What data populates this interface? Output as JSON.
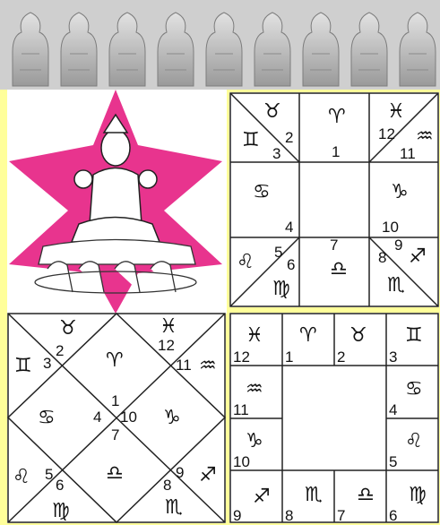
{
  "east_chart": {
    "house_numbers": [
      "2",
      "3",
      "1",
      "12",
      "11",
      "4",
      "10",
      "5",
      "6",
      "7",
      "8",
      "9"
    ],
    "signs": [
      "taurus",
      "gemini",
      "aries",
      "pisces",
      "aquarius",
      "cancer",
      "capricorn",
      "leo",
      "virgo",
      "libra",
      "scorpio",
      "sagittarius"
    ]
  },
  "north_chart": {
    "house_numbers": [
      "2",
      "3",
      "12",
      "11",
      "1",
      "4",
      "10",
      "7",
      "5",
      "6",
      "8",
      "9"
    ],
    "signs": [
      "taurus",
      "gemini",
      "pisces",
      "aquarius",
      "aries",
      "cancer",
      "capricorn",
      "libra",
      "leo",
      "virgo",
      "scorpio",
      "sagittarius"
    ]
  },
  "south_chart": {
    "house_numbers": [
      "12",
      "1",
      "2",
      "3",
      "11",
      "4",
      "10",
      "5",
      "9",
      "8",
      "7",
      "6"
    ],
    "signs": [
      "pisces",
      "aries",
      "taurus",
      "gemini",
      "aquarius",
      "cancer",
      "capricorn",
      "leo",
      "sagittarius",
      "scorpio",
      "libra",
      "virgo"
    ]
  },
  "colors": {
    "background": "#ffff9a",
    "star": "#e8348e",
    "frieze": "#c9c9c9",
    "line": "#222222"
  },
  "glyphs": {
    "aries": "♈",
    "taurus": "♉",
    "gemini": "♊",
    "cancer": "♋",
    "leo": "♌",
    "virgo": "♍",
    "libra": "♎",
    "scorpio": "♏",
    "sagittarius": "♐",
    "capricorn": "♑",
    "aquarius": "♒",
    "pisces": "♓"
  }
}
